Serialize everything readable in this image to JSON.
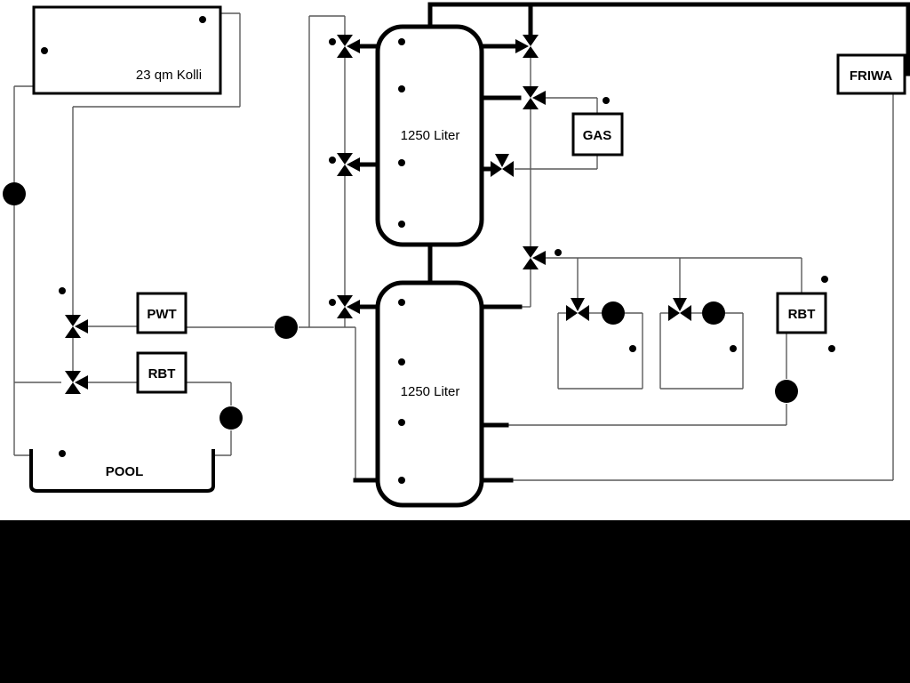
{
  "labels": {
    "collector": "23 qm Kolli",
    "tank1": "1250 Liter",
    "tank2": "1250 Liter",
    "gas": "GAS",
    "friwa": "FRIWA",
    "pwt": "PWT",
    "rbt_left": "RBT",
    "rbt_right": "RBT",
    "pool": "POOL"
  },
  "colors": {
    "background": "#ffffff",
    "pipe_thick": "#000000",
    "pipe_thin": "#5a5a5a",
    "bottom_band": "#000000"
  }
}
